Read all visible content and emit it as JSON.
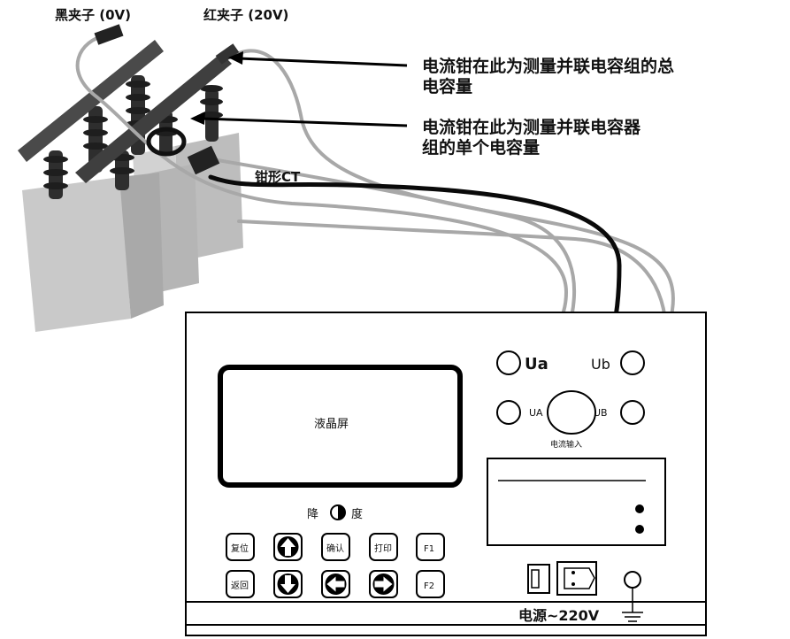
{
  "clips": {
    "black_clip": "黑夹子 (0V)",
    "red_clip": "红夹子 (20V)",
    "clamp_ct": "钳形CT"
  },
  "annotations": {
    "total_line1": "电流钳在此为测量并联电容组的总",
    "total_line2": "电容量",
    "single_line1": "电流钳在此为测量并联电容器",
    "single_line2": "组的单个电容量"
  },
  "device": {
    "lcd_label": "液晶屏",
    "ports": {
      "ua_big": "Ua",
      "ub_big": "Ub",
      "ua_small": "UA",
      "ub_small": "UB",
      "current_input": "电流输入"
    },
    "contrast": {
      "left": "降",
      "right": "度"
    },
    "keys": {
      "reset": "复位",
      "confirm": "确认",
      "print": "打印",
      "f1": "F1",
      "back": "返回",
      "f2": "F2"
    },
    "power_label": "电源~220V"
  },
  "colors": {
    "cable_black": "#0a0a0a",
    "cable_gray": "#a8a8a8",
    "capacitor_body": "#c9c9c9",
    "insulator": "#2e2e2e"
  }
}
